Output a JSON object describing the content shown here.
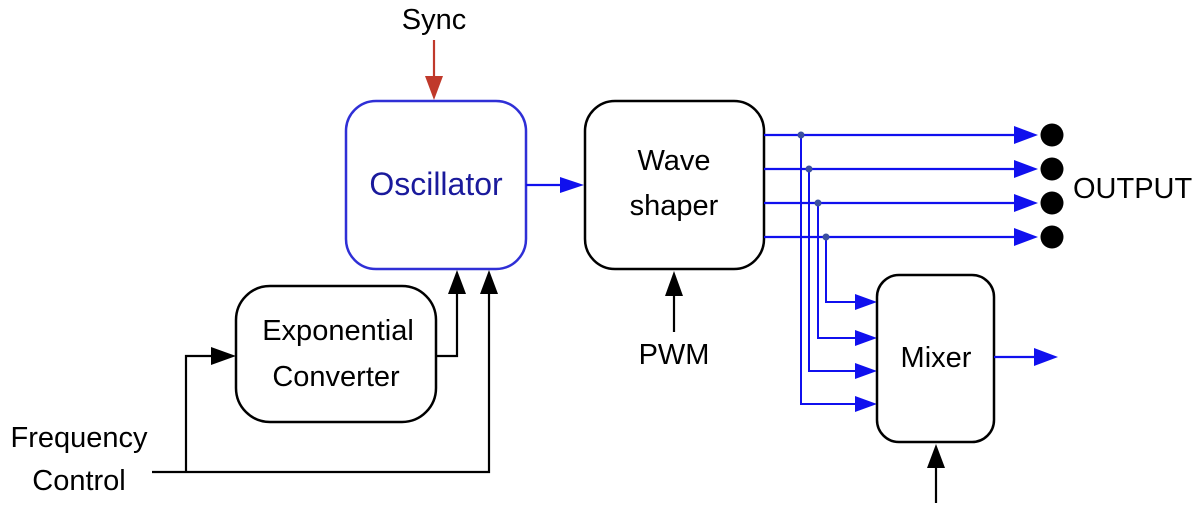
{
  "colors": {
    "signal": "#1010ee",
    "oscillator_label": "#1a1a9c",
    "oscillator_border": "#2f2fd6",
    "sync_arrow": "#c0392b",
    "control": "#000000",
    "junction": "#3b4fa0"
  },
  "labels": {
    "sync": "Sync",
    "oscillator": "Oscillator",
    "wave_shaper_line1": "Wave",
    "wave_shaper_line2": "shaper",
    "exponential_line1": "Exponential",
    "exponential_line2": "Converter",
    "frequency_line1": "Frequency",
    "frequency_line2": "Control",
    "pwm": "PWM",
    "mixer": "Mixer",
    "output": "OUTPUT"
  },
  "output_count": 4,
  "mixer_input_count": 4
}
